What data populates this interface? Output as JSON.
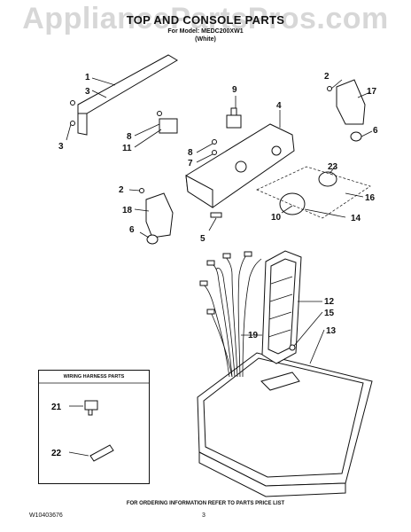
{
  "header": {
    "title": "TOP AND CONSOLE PARTS",
    "model_line": "For Model: MEDC200XW1",
    "color_line": "(White)"
  },
  "watermark": "AppliancePartsPros.com",
  "legend": {
    "title": "WIRING HARNESS PARTS",
    "callouts": [
      "21",
      "22"
    ]
  },
  "callouts": [
    "1",
    "2",
    "3",
    "3",
    "4",
    "5",
    "6",
    "7",
    "8",
    "8",
    "9",
    "10",
    "11",
    "12",
    "13",
    "14",
    "15",
    "16",
    "17",
    "18",
    "19",
    "2",
    "6",
    "23"
  ],
  "footer": {
    "note": "FOR ORDERING INFORMATION REFER TO PARTS PRICE LIST",
    "doc_number": "W10403676",
    "page_number": "3"
  }
}
